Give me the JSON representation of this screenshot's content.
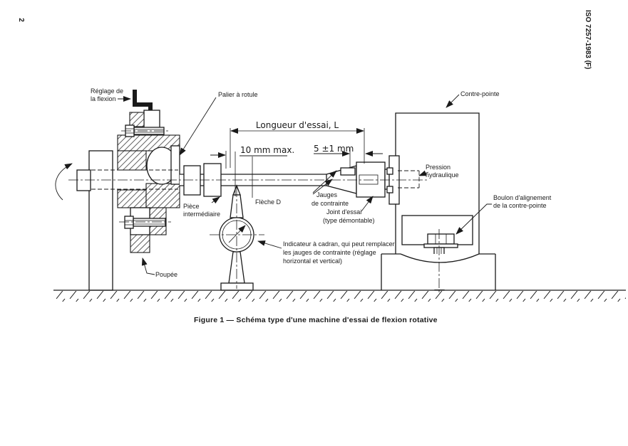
{
  "page": {
    "number": "2",
    "edge_header": "ISO 7257-1983 (F)",
    "figure_caption": "Figure 1 — Schéma type d'une machine d'essai de flexion rotative"
  },
  "colors": {
    "ink": "#1a1a1a",
    "paper": "#ffffff"
  },
  "dimensions": {
    "longueur": "Longueur d'essai, L",
    "d10": "10 mm max.",
    "d5": "5 ±1 mm"
  },
  "diagram_labels": {
    "reglage_line1": "Réglage de",
    "reglage_line2": "la flexion",
    "palier": "Palier à rotule",
    "contre_pointe": "Contre-pointe",
    "pression_line1": "Pression",
    "pression_line2": "hydraulique",
    "boulon_line1": "Boulon d'alignement",
    "boulon_line2": "de la contre-pointe",
    "piece_line1": "Pièce",
    "piece_line2": "intermédiaire",
    "fleche": "Flèche D",
    "jauges_line1": "Jauges",
    "jauges_line2": "de contrainte",
    "joint_line1": "Joint d'essai",
    "joint_line2": "(type démontable)",
    "indicateur_line1": "Indicateur à cadran, qui peut remplacer",
    "indicateur_line2": "les jauges de contrainte (réglage",
    "indicateur_line3": "horizontal et vertical)",
    "poupee": "Poupée"
  }
}
